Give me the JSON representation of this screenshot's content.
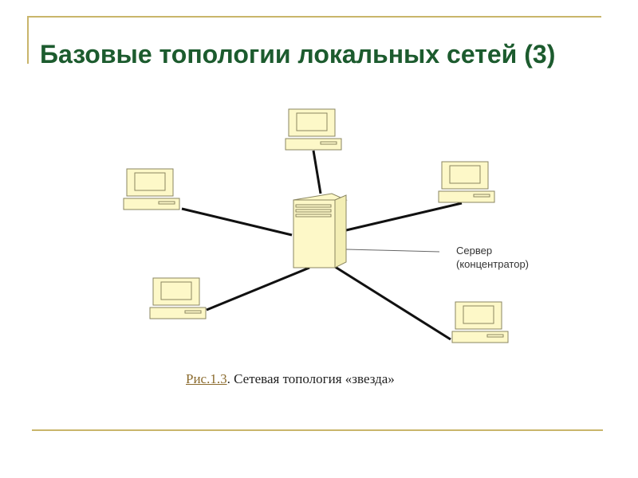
{
  "title": "Базовые топологии локальных сетей (3)",
  "server_label": {
    "line1": "Сервер",
    "line2": "(концентратор)"
  },
  "caption": {
    "ref": "Рис.1.3",
    "text": ". Сетевая топология «звезда»"
  },
  "colors": {
    "title": "#1c5b2e",
    "frame": "#c9b56b",
    "device_fill": "#fdf8c8",
    "device_stroke": "#8a8660",
    "link": "#111111",
    "caption_ref": "#8b6b2e"
  },
  "diagram": {
    "type": "star-topology",
    "center_node": "server",
    "nodes": [
      {
        "id": "server",
        "kind": "server",
        "icon": "server-tower-icon"
      },
      {
        "id": "pc-top",
        "kind": "workstation",
        "icon": "computer-icon"
      },
      {
        "id": "pc-top-right",
        "kind": "workstation",
        "icon": "computer-icon"
      },
      {
        "id": "pc-left",
        "kind": "workstation",
        "icon": "computer-icon"
      },
      {
        "id": "pc-bottom-left",
        "kind": "workstation",
        "icon": "computer-icon"
      },
      {
        "id": "pc-bottom-right",
        "kind": "workstation",
        "icon": "computer-icon"
      }
    ],
    "links": [
      {
        "from": "server",
        "to": "pc-top"
      },
      {
        "from": "server",
        "to": "pc-top-right"
      },
      {
        "from": "server",
        "to": "pc-left"
      },
      {
        "from": "server",
        "to": "pc-bottom-left"
      },
      {
        "from": "server",
        "to": "pc-bottom-right"
      }
    ]
  }
}
